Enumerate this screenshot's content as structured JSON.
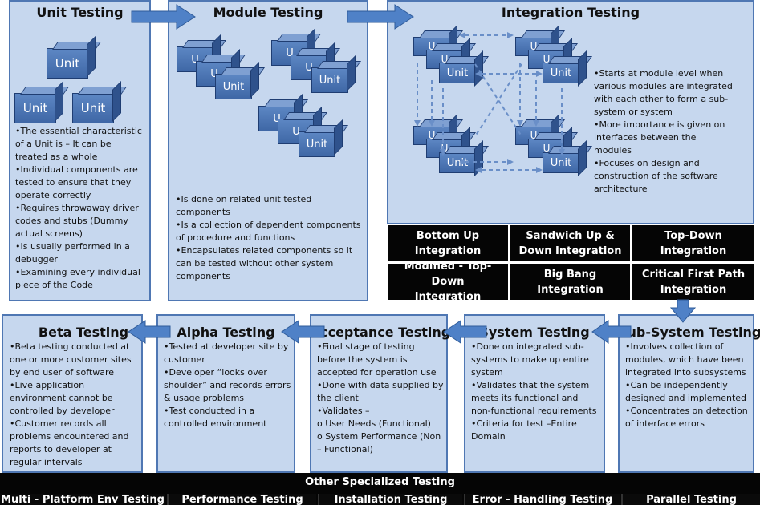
{
  "unit_testing": {
    "title": "Unit Testing",
    "cube_label": "Unit",
    "bullets": [
      "•The essential characteristic of a Unit is – It can be treated as a whole",
      "•Individual components are tested to ensure that they operate correctly",
      "•Requires throwaway driver codes and stubs (Dummy actual screens)",
      "•Is usually performed in a debugger",
      "•Examining  every individual piece of the Code"
    ]
  },
  "module_testing": {
    "title": "Module Testing",
    "cube_label": "Unit",
    "cube_partial": "U",
    "bullets": [
      "•Is done on related unit tested components",
      "•Is a collection of dependent components of procedure and functions",
      "•Encapsulates related components so it can be tested without other system components"
    ]
  },
  "integration_testing": {
    "title": "Integration Testing",
    "cube_label": "Unit",
    "cube_partial": "U",
    "bullets": [
      "•Starts at module level when various modules are integrated with each other to form a sub-system or system",
      "•More importance is given on interfaces between the modules",
      "•Focuses on design and construction of the software architecture"
    ],
    "types": [
      "Bottom Up Integration",
      "Sandwich Up & Down Integration",
      "Top-Down Integration",
      "Modified - Top-Down Integration",
      "Big Bang Integration",
      "Critical First Path Integration"
    ]
  },
  "beta_testing": {
    "title": "Beta Testing",
    "bullets": [
      "•Beta testing conducted at one or more customer sites by end user of software",
      "•Live application environment cannot be controlled by developer",
      "•Customer records all problems encountered and reports to developer at regular intervals"
    ]
  },
  "alpha_testing": {
    "title": "Alpha Testing",
    "bullets": [
      "•Tested at developer site by customer",
      "•Developer “looks over shoulder” and records errors & usage problems",
      "•Test conducted in a controlled environment"
    ]
  },
  "acceptance_testing": {
    "title": "Acceptance Testing",
    "bullets": [
      "•Final stage of testing before the system is accepted for operation use",
      "•Done with data supplied by the client",
      "•Validates –",
      "o User Needs (Functional)",
      "o System Performance (Non – Functional)"
    ]
  },
  "system_testing": {
    "title": "System Testing",
    "bullets": [
      "•Done on integrated sub-systems to make up entire system",
      "•Validates that the system meets its functional and non-functional requirements",
      "•Criteria for test –Entire Domain"
    ]
  },
  "subsystem_testing": {
    "title": "Sub-System Testing",
    "bullets": [
      "•Involves collection of modules, which have been integrated into subsystems",
      "•Can be independently designed and implemented",
      "•Concentrates on detection of interface errors"
    ]
  },
  "other_specialized": {
    "title": "Other Specialized Testing",
    "items": [
      "Multi - Platform Env Testing",
      "Performance Testing",
      "Installation Testing",
      "Error - Handling Testing",
      "Parallel Testing"
    ]
  },
  "colors": {
    "panel": "#c6d7ee",
    "border": "#4f77b3",
    "arrow": "#4f81c7",
    "cube": "#4a74b4",
    "black": "#050505"
  }
}
